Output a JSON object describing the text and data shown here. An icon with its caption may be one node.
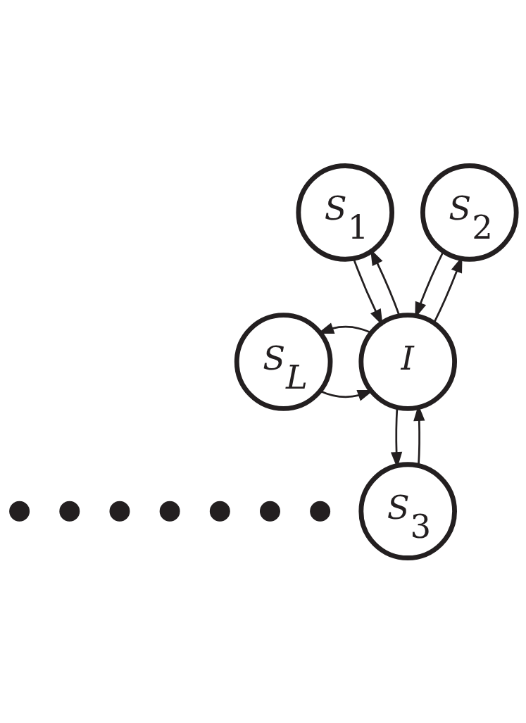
{
  "diagram": {
    "nodes": [
      {
        "text": [
          "S$_{1}$"
        ]
      },
      {
        "text": [
          "S$_{2}$"
        ]
      },
      {
        "text": [
          "S$_{L}$"
        ]
      },
      {
        "text": [
          "I"
        ]
      },
      {
        "text": [
          "S$_{3}$"
        ]
      },
      {
        "text": [],
        "shape": "dot"
      },
      {
        "text": [],
        "shape": "dot"
      },
      {
        "text": [],
        "shape": "dot"
      },
      {
        "text": [],
        "shape": "dot"
      },
      {
        "text": [],
        "shape": "dot"
      },
      {
        "text": [],
        "shape": "dot"
      },
      {
        "text": [],
        "shape": "dot"
      }
    ],
    "edges": [
      {
        "from": 0,
        "to": 3,
        "arrow": "to"
      },
      {
        "from": 3,
        "to": 0,
        "arrow": "to"
      },
      {
        "from": 1,
        "to": 3,
        "arrow": "to"
      },
      {
        "from": 3,
        "to": 1,
        "arrow": "to"
      },
      {
        "from": 2,
        "to": 3,
        "arrow": "to"
      },
      {
        "from": 3,
        "to": 2,
        "arrow": "to"
      },
      {
        "from": 3,
        "to": 4,
        "arrow": "to"
      },
      {
        "from": 4,
        "to": 3,
        "arrow": "to"
      }
    ]
  }
}
